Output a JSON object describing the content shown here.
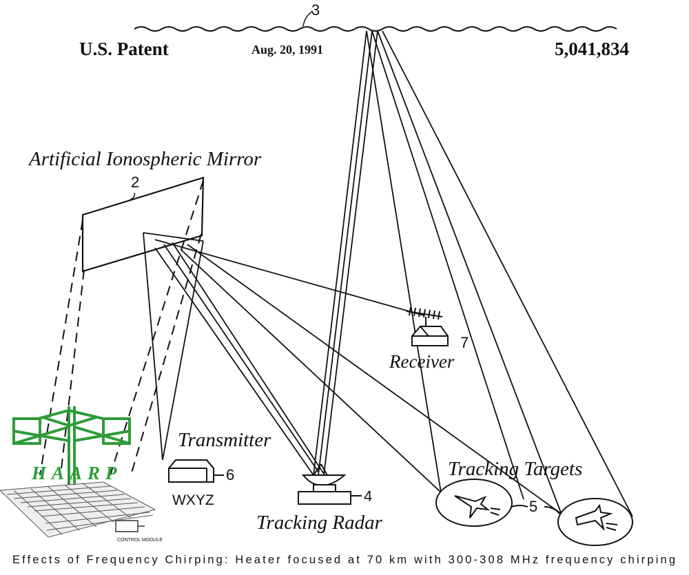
{
  "header": {
    "left": "U.S. Patent",
    "date": "Aug. 20, 1991",
    "number": "5,041,834"
  },
  "labels": {
    "mirror": "Artificial Ionospheric Mirror",
    "receiver": "Receiver",
    "transmitter": "Transmitter",
    "tracking_radar": "Tracking Radar",
    "tracking_targets": "Tracking Targets",
    "station_call": "WXYZ",
    "haarp_logo": "HAARP",
    "control_module": "CONTROL MODULE"
  },
  "refs": {
    "ionosphere": "3",
    "mirror": "2",
    "radar": "4",
    "targets": "5",
    "transmitter": "6",
    "receiver": "7"
  },
  "caption": "Effects of Frequency Chirping: Heater focused at 70 km with 300-308 MHz frequency chirping",
  "colors": {
    "ink": "#111111",
    "haarp_green": "#2e9c3a"
  }
}
